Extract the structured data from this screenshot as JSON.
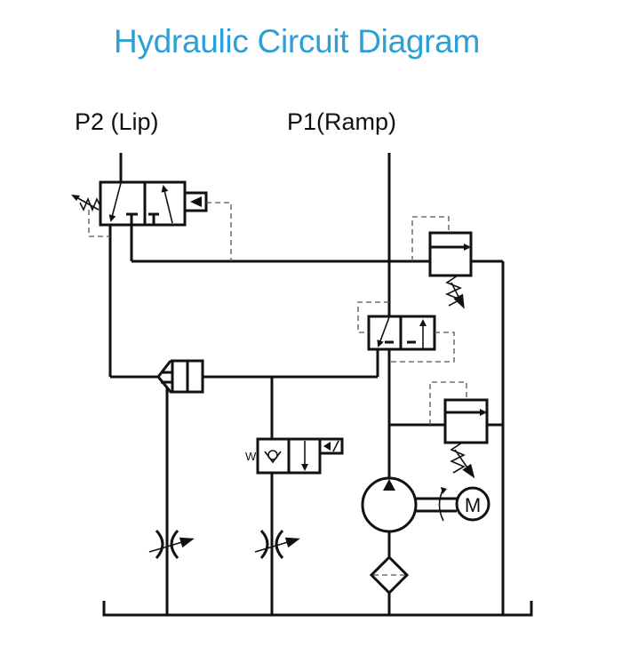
{
  "title": "Hydraulic Circuit Diagram",
  "colors": {
    "title": "#2b9fd6",
    "lines": "#111111",
    "pilot_lines": "#555555"
  },
  "ports": [
    {
      "id": "p2",
      "label": "P2 (Lip)"
    },
    {
      "id": "p1",
      "label": "P1(Ramp)"
    }
  ],
  "components": {
    "valve_p2": {
      "type": "2-position directional valve, spring return, pilot operated"
    },
    "relief_valve_upper": {
      "type": "pressure relief valve, adjustable spring"
    },
    "valve_p1": {
      "type": "2-position directional valve, pilot operated"
    },
    "shuttle_valve": {
      "type": "shuttle / logic valve"
    },
    "solenoid_check_valve": {
      "type": "solenoid-operated check valve",
      "spring_label": "W"
    },
    "relief_valve_lower": {
      "type": "pressure relief valve, adjustable spring"
    },
    "pump": {
      "type": "hydraulic pump"
    },
    "motor": {
      "type": "electric motor",
      "label": "M"
    },
    "flow_control_left": {
      "type": "adjustable throttle valve"
    },
    "flow_control_middle": {
      "type": "adjustable throttle valve"
    },
    "filter": {
      "type": "filter"
    },
    "tank": {
      "type": "reservoir"
    }
  }
}
